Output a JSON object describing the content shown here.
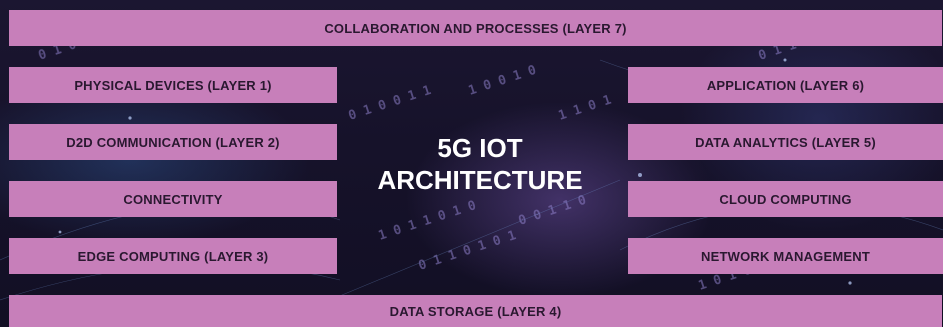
{
  "center_title": {
    "line1": "5G IOT",
    "line2": "ARCHITECTURE"
  },
  "top_bar": "COLLABORATION AND PROCESSES (LAYER 7)",
  "bottom_bar": "DATA STORAGE (LAYER 4)",
  "left_column": [
    "PHYSICAL DEVICES (LAYER 1)",
    "D2D COMMUNICATION (LAYER 2)",
    "CONNECTIVITY",
    "EDGE COMPUTING (LAYER 3)"
  ],
  "right_column": [
    "APPLICATION (LAYER 6)",
    "DATA ANALYTICS (LAYER 5)",
    "CLOUD COMPUTING",
    "NETWORK MANAGEMENT"
  ],
  "colors": {
    "box_fill": "#c77fba",
    "box_text": "#2a1830",
    "title_text": "#ffffff",
    "background": "#16122a"
  }
}
